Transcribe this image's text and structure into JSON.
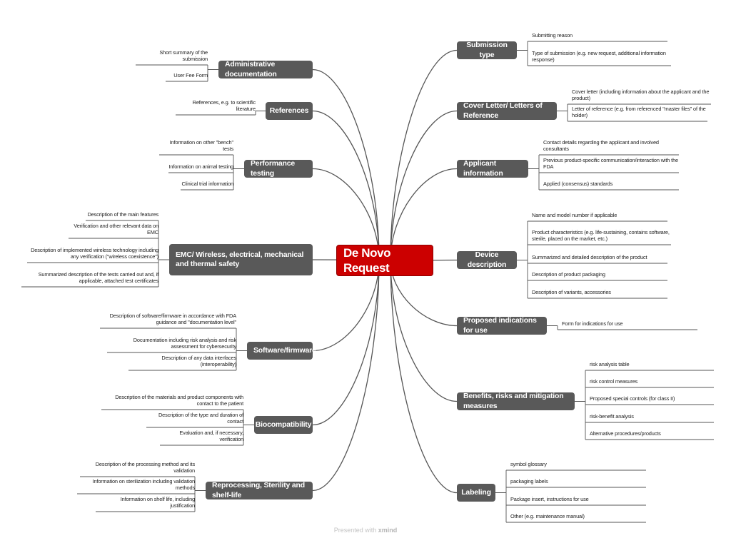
{
  "central_topic": "De Novo Request",
  "left_branches": [
    {
      "label": "Administrative documentation",
      "children": [
        "Short summary of the submission",
        "User Fee Form"
      ]
    },
    {
      "label": "References",
      "children": [
        "References, e.g. to scientific literature"
      ]
    },
    {
      "label": "Performance testing",
      "children": [
        "Information on other \"bench\" tests",
        "Information on animal testing",
        "Clinical trial information"
      ]
    },
    {
      "label": "EMC/ Wireless, electrical, mechanical and thermal safety",
      "children": [
        "Description of the main features",
        "Verification and other relevant data on EMC",
        "Description of implemented wireless technology including any verification (\"wireless coexistence\")",
        "Summarized description of the tests carried out and, if applicable, attached test certificates"
      ]
    },
    {
      "label": "Software/firmware",
      "children": [
        "Description of software/firmware in accordance with FDA guidance and \"documentation level\"",
        "Documentation including risk analysis and risk assessment for cybersecurity",
        "Description of any data interfaces (interoperability)"
      ]
    },
    {
      "label": "Biocompatibility",
      "children": [
        "Description of the materials and product components with contact to the patient",
        "Description of the type and duration of contact",
        "Evaluation and, if necessary, verification"
      ]
    },
    {
      "label": "Reprocessing, Sterility and shelf-life",
      "children": [
        "Description of the processing method and its validation",
        "Information on sterilization including validation methods",
        "Information on shelf life, including justification"
      ]
    }
  ],
  "right_branches": [
    {
      "label": "Submission type",
      "children": [
        "Submitting reason",
        "Type of submission (e.g. new request, additional information response)"
      ]
    },
    {
      "label": "Cover Letter/ Letters of Reference",
      "children": [
        "Cover letter (including information about the applicant and the product)",
        "Letter of reference (e.g. from referenced \"master files\" of the holder)"
      ]
    },
    {
      "label": "Applicant information",
      "children": [
        "Contact details regarding the applicant and involved consultants",
        "Previous product-specific communication/interaction with the FDA",
        "Applied (consensus) standards"
      ]
    },
    {
      "label": "Device description",
      "children": [
        "Name and model number if applicable",
        "Product characteristics (e.g. life-sustaining, contains software, sterile, placed on the market, etc.)",
        "Summarized and detailed description of the product",
        "Description of product packaging",
        "Description of variants, accessories"
      ]
    },
    {
      "label": "Proposed indications for use",
      "children": [
        "Form for indications for use"
      ]
    },
    {
      "label": "Benefits, risks and mitigation measures",
      "children": [
        "risk analysis table",
        "risk control measures",
        "Proposed special controls (for class II)",
        "risk-benefit analysis",
        "Alternative procedures/products"
      ]
    },
    {
      "label": "Labeling",
      "children": [
        "symbol glossary",
        "packaging labels",
        "Package insert, instructions for use",
        "Other (e.g. maintenance manual)"
      ]
    }
  ],
  "footer": {
    "prefix": "Presented with",
    "brand": "xmind"
  },
  "colors": {
    "central": "#cc0000",
    "branch": "#595959",
    "line": "#555555",
    "text": "#222222"
  }
}
